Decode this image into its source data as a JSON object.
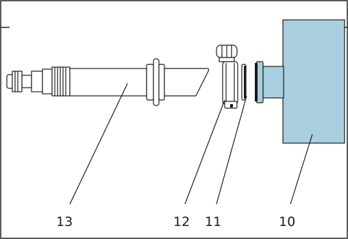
{
  "labels": {
    "part_13": "13",
    "part_12": "12",
    "part_11": "11",
    "part_10": "10"
  },
  "colors": {
    "process_vessel": "#a9cfe0",
    "line": "#1a1a1a",
    "background": "#ffffff"
  }
}
